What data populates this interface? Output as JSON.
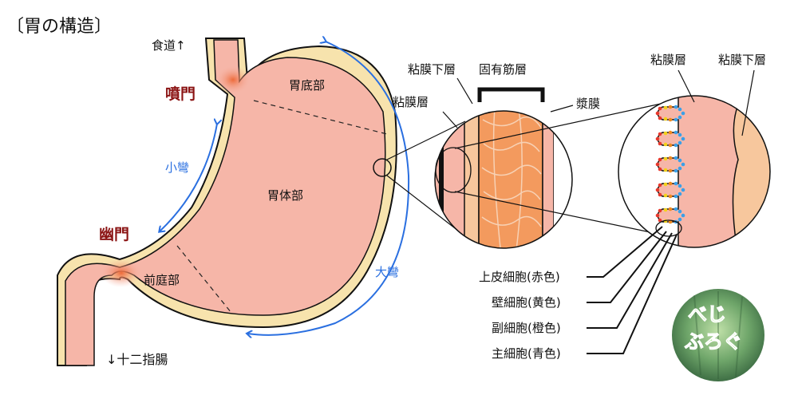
{
  "title": "〔胃の構造〕",
  "labels": {
    "esophagus": "食道↑",
    "cardia": "噴門",
    "pylorus": "幽門",
    "duodenum": "↓十二指腸",
    "fundus": "胃底部",
    "body": "胃体部",
    "antrum": "前庭部",
    "lesser_curvature": "小彎",
    "greater_curvature": "大彎"
  },
  "wall_layers": {
    "submucosa": "粘膜下層",
    "muscularis": "固有筋層",
    "mucosa": "粘膜層",
    "serosa": "漿膜"
  },
  "mucosa_detail": {
    "mucosa": "粘膜層",
    "submucosa": "粘膜下層"
  },
  "cells": [
    {
      "label": "上皮細胞(赤色)",
      "color": "#e8382c"
    },
    {
      "label": "壁細胞(黄色)",
      "color": "#f3d21a"
    },
    {
      "label": "副細胞(橙色)",
      "color": "#f08a1e"
    },
    {
      "label": "主細胞(青色)",
      "color": "#3aa0e8"
    }
  ],
  "logo": {
    "text": "べじぶろぐ"
  },
  "colors": {
    "stomach_fill": "#f6b6a8",
    "wall_outer": "#f7e3ad",
    "sphincter": "#ef7a4a",
    "muscle": "#f39a5e",
    "submucosa_fill": "#f7c79d",
    "arrow_blue": "#2a6fe0",
    "label_red": "#8b1414",
    "label_blue": "#2a6fe0"
  }
}
